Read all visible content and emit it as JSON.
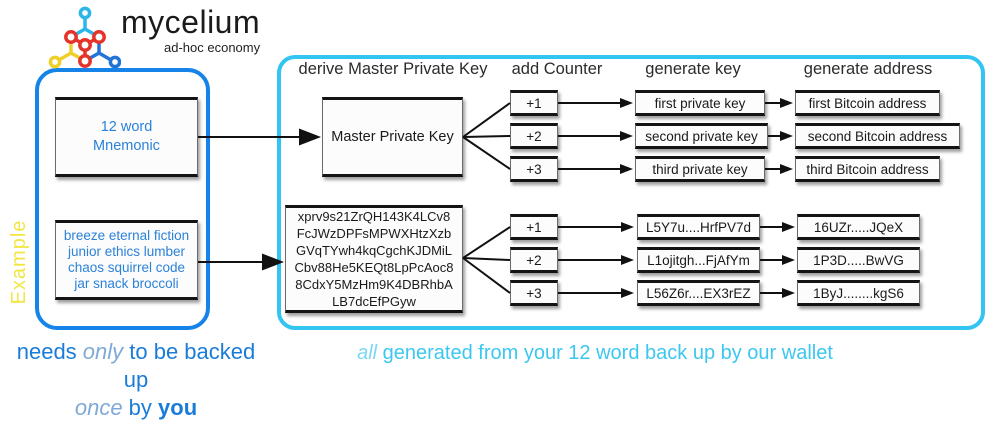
{
  "logo": {
    "brand": "mycelium",
    "tagline": "ad-hoc economy",
    "icon": "molecule-icon"
  },
  "example": {
    "label": "Example",
    "mnemonic": [
      "12 word",
      "Mnemonic"
    ],
    "seed_lines": [
      "breeze eternal fiction",
      "junior ethics lumber",
      "chaos squirrel code",
      "jar snack broccoli"
    ]
  },
  "flow": {
    "headers": [
      "derive Master Private Key",
      "add Counter",
      "generate key",
      "generate address"
    ],
    "top": {
      "master_key": "Master Private Key",
      "counters": [
        "+1",
        "+2",
        "+3"
      ],
      "private_keys": [
        "first private key",
        "second private key",
        "third private key"
      ],
      "addresses": [
        "first Bitcoin address",
        "second Bitcoin address",
        "third Bitcoin address"
      ]
    },
    "bottom": {
      "master_lines": [
        "xprv9s21ZrQH143K4LCv8",
        "FcJWzDPFsMPWXHtzXzb",
        "GVqTYwh4kqCgchKJDMiL",
        "Cbv88He5KEQt8LpPcAoc8",
        "8CdxY5MzHm9K4DBRhbA",
        "LB7dcEfPGyw"
      ],
      "counters": [
        "+1",
        "+2",
        "+3"
      ],
      "private_keys": [
        "L5Y7u....HrfPV7d",
        "L1ojitgh...FjAfYm",
        "L56Z6r....EX3rEZ"
      ],
      "addresses": [
        "16UZr.....JQeX",
        "1P3D.....BwVG",
        "1ByJ........kgS6"
      ]
    }
  },
  "captions": {
    "left": {
      "s1": "needs ",
      "s2": "only",
      "s3": " to be backed up",
      "s4": "once",
      "s5": " by ",
      "s6": "you"
    },
    "right": {
      "s1": "all",
      "s2": " generated from your 12 word back up by our wallet"
    }
  },
  "colors": {
    "panel_blue": "#1583e8",
    "panel_cyan": "#32c5f2",
    "example_yellow": "#f2e642",
    "text_blue": "#2b82d9",
    "caption_blue": "#1a7cd8",
    "caption_cyan": "#3cc7f0",
    "logo_red": "#e63329",
    "logo_yellow": "#f0cf2a",
    "logo_cyan": "#2bb5e8",
    "logo_blue": "#2273d8",
    "box_ink": "#141414"
  }
}
